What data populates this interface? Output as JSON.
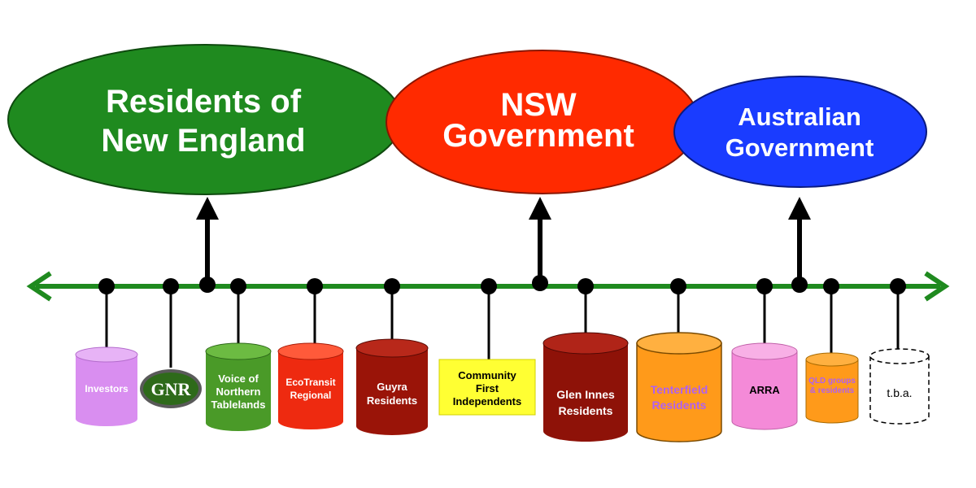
{
  "colors": {
    "line": "#1f8a1f",
    "residents": "#1f8a1f",
    "nsw": "#ff2a00",
    "australian": "#1a3cff",
    "investors": "#d98ef0",
    "voice": "#4a9a28",
    "ecotransit": "#ee2a10",
    "guyra": "#9a1408",
    "community_box": "#ffff33",
    "glen": "#8e1208",
    "tenterfield": "#ff9a1a",
    "arra": "#f48ad8",
    "qld": "#ff9a1a",
    "gnr": "#2e6a1a"
  },
  "ovals": {
    "residents": [
      "Residents of",
      "New England"
    ],
    "nsw": [
      "NSW",
      "Government"
    ],
    "australian": [
      "Australian",
      "Government"
    ]
  },
  "groups": {
    "investors": [
      "Investors"
    ],
    "gnr": [
      "GNR"
    ],
    "voice": [
      "Voice of",
      "Northern",
      "Tablelands"
    ],
    "ecotransit": [
      "EcoTransit",
      "Regional"
    ],
    "guyra": [
      "Guyra",
      "Residents"
    ],
    "community": [
      "Community",
      "First",
      "Independents"
    ],
    "glen": [
      "Glen Innes",
      "Residents"
    ],
    "tenterfield": [
      "Tenterfield",
      "Residents"
    ],
    "arra": [
      "ARRA"
    ],
    "qld": [
      "QLD groups",
      "& residents"
    ],
    "tba": [
      "t.b.a."
    ]
  }
}
